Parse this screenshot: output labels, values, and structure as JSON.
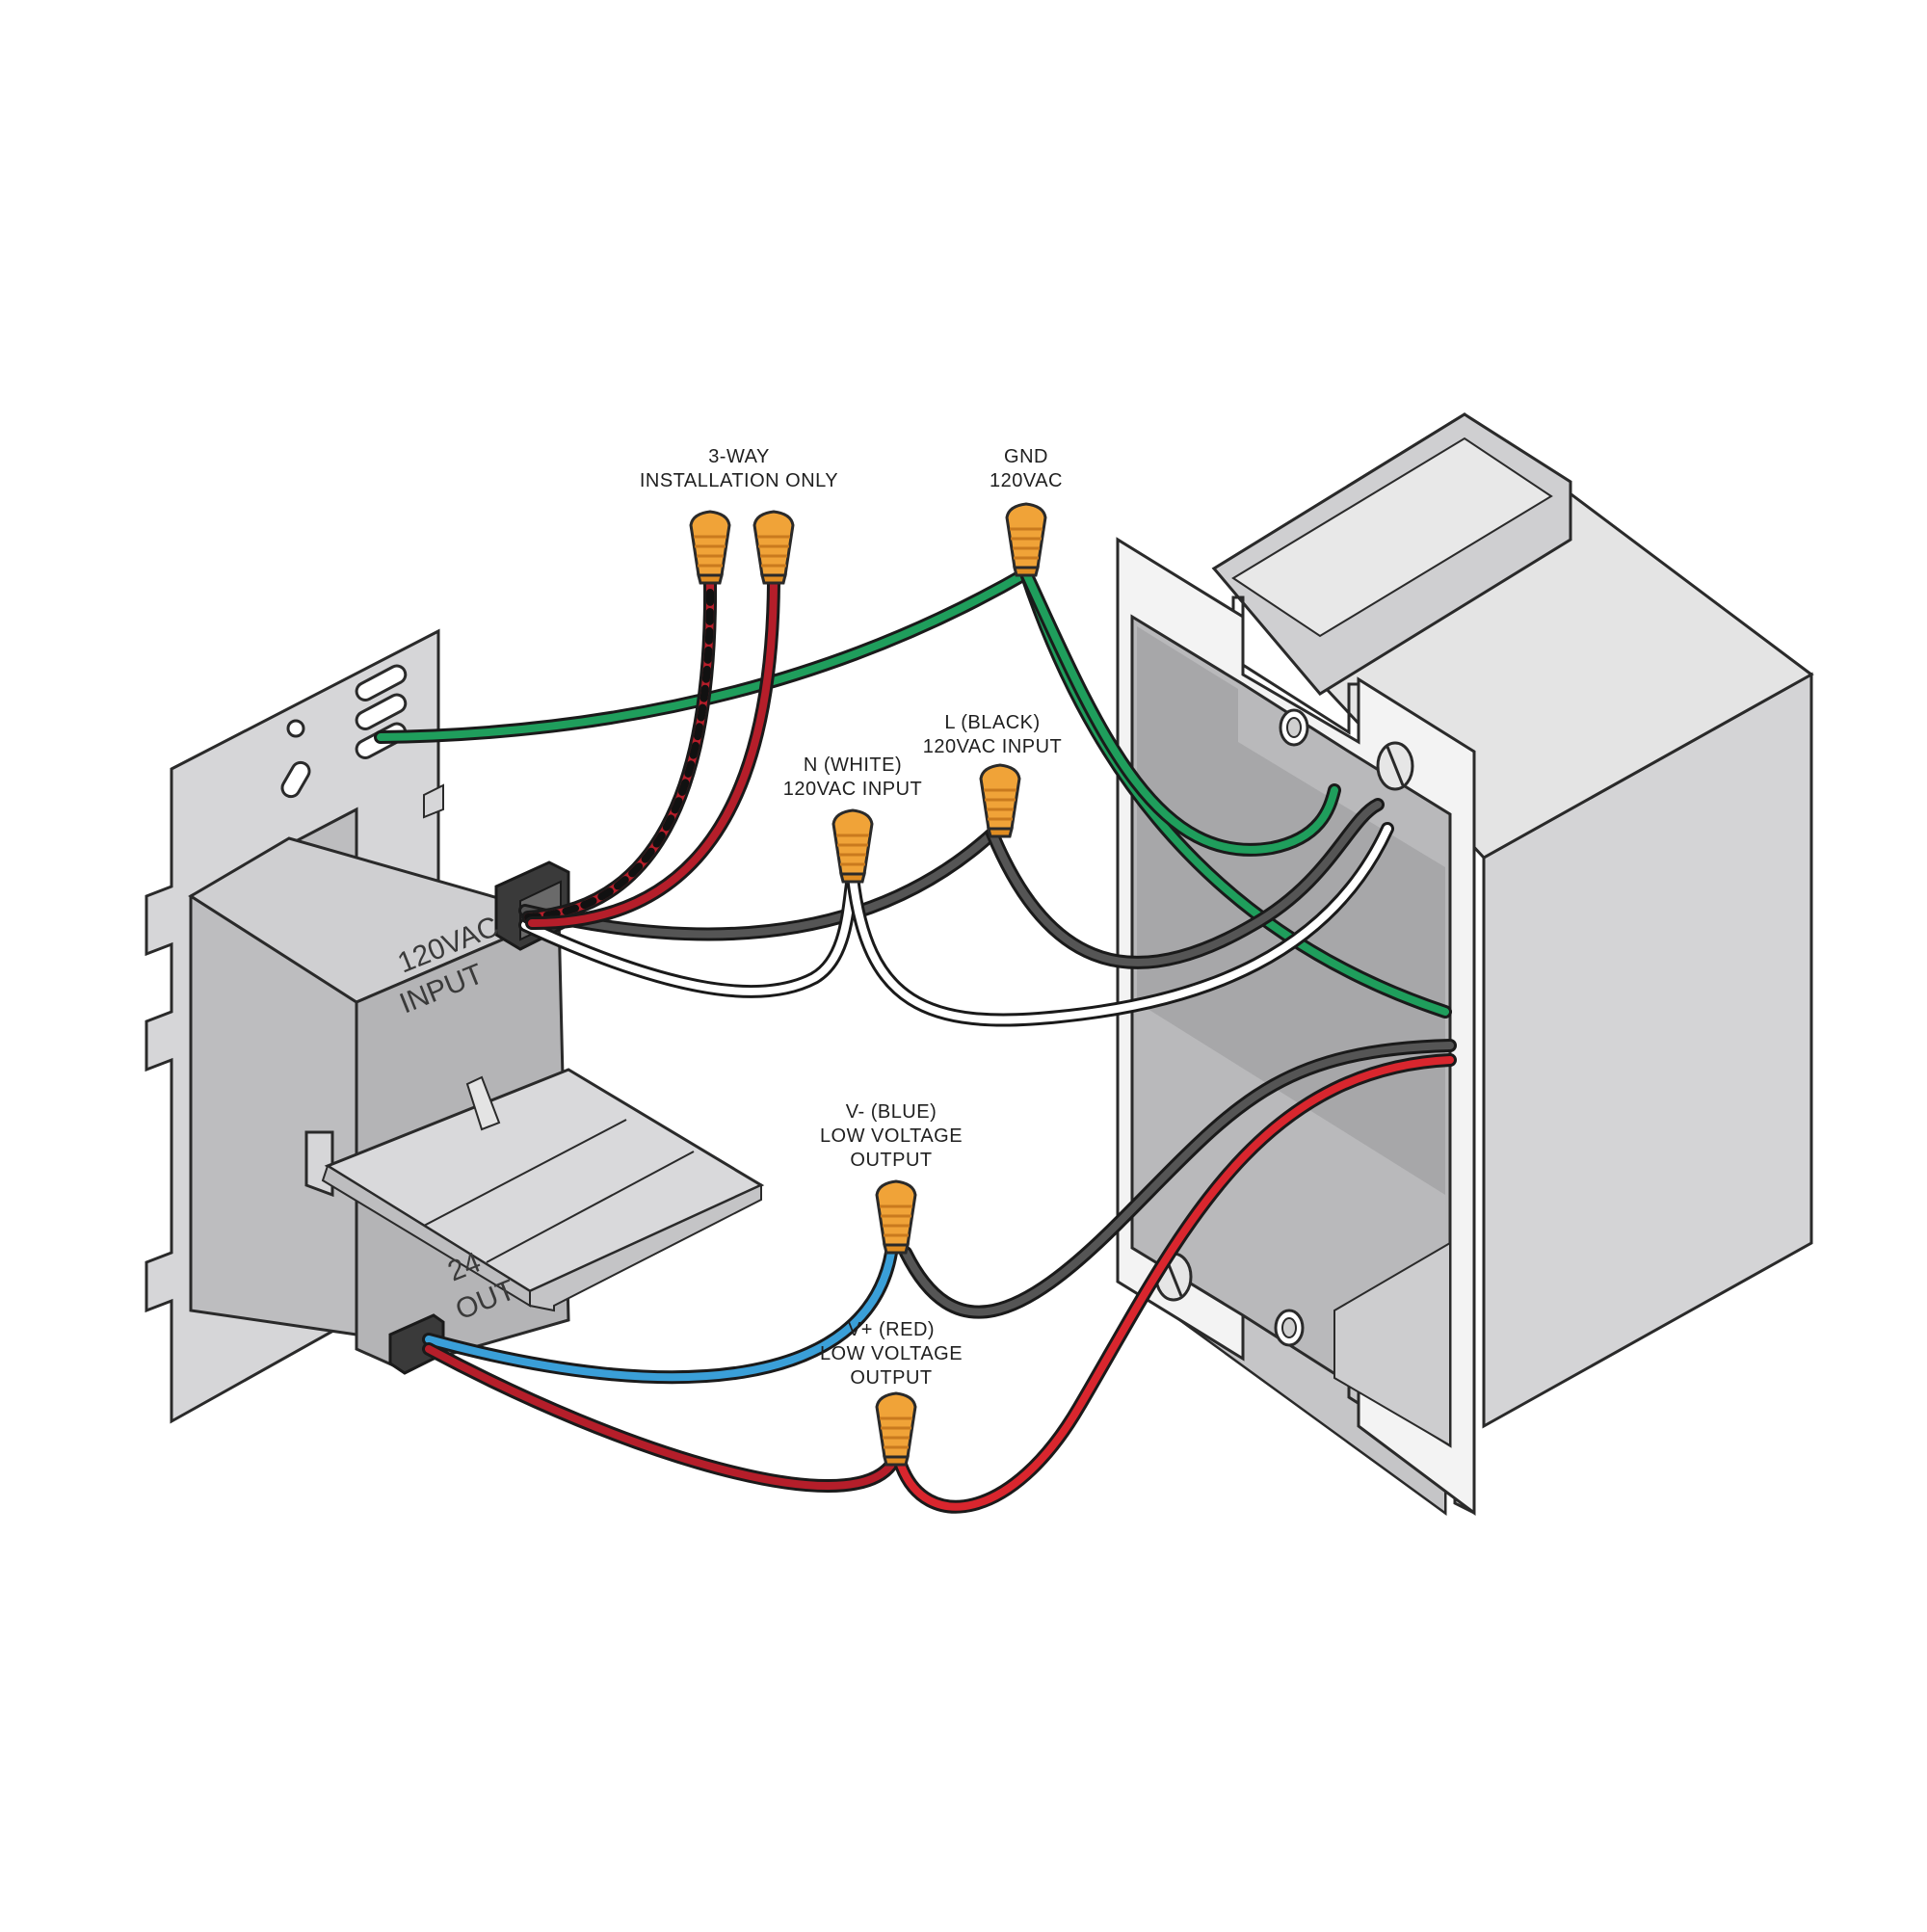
{
  "labels": {
    "three_way": [
      "3-WAY",
      "INSTALLATION ONLY"
    ],
    "gnd": [
      "GND",
      "120VAC"
    ],
    "black": [
      "L (BLACK)",
      "120VAC INPUT"
    ],
    "white": [
      "N (WHITE)",
      "120VAC INPUT"
    ],
    "blue": [
      "V- (BLUE)",
      "LOW VOLTAGE",
      "OUTPUT"
    ],
    "red": [
      "V+ (RED)",
      "LOW VOLTAGE",
      "OUTPUT"
    ]
  },
  "device": {
    "input_marking": [
      "120VAC",
      "INPUT"
    ],
    "output_marking": [
      "24",
      "OUT"
    ]
  },
  "colors": {
    "green": "#1f9e5c",
    "red": "#b51e2a",
    "bright_red": "#d9262e",
    "blue": "#3a9fd8",
    "black_wire": "#555555",
    "white_wire": "#ffffff",
    "nut_orange": "#f0a338",
    "plate_gray": "#d3d3d5",
    "box_gray": "#dedede"
  }
}
